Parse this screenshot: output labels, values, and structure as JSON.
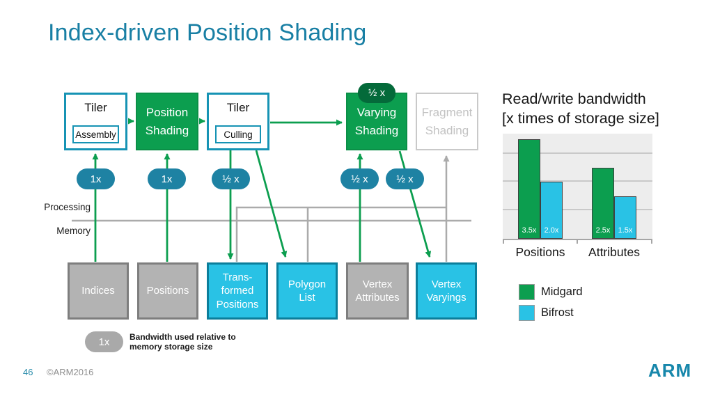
{
  "colors": {
    "green": "#0c9e4f",
    "green_dark": "#046a3a",
    "teal_border": "#1693b4",
    "teal_pill": "#1e82a3",
    "cyan": "#29c2e5",
    "cyan_border": "#0b7e9b",
    "gray_fill": "#b3b3b3",
    "gray_border": "#7e7e7e",
    "inactive_border": "#c9c9c9",
    "line_gray": "#ababab",
    "title_teal": "#187fa4"
  },
  "slide": {
    "title": "Index-driven Position Shading",
    "page_number": "46",
    "copyright": "©ARM2016",
    "logo_text": "ARM"
  },
  "diagram": {
    "processing_label": "Processing",
    "memory_label": "Memory",
    "stages": [
      {
        "title": "Tiler",
        "sub": "Assembly"
      },
      {
        "line1": "Position",
        "line2": "Shading"
      },
      {
        "title": "Tiler",
        "sub": "Culling"
      },
      {
        "badge": "½ x",
        "line1": "Varying",
        "line2": "Shading"
      },
      {
        "line1": "Fragment",
        "line2": "Shading"
      }
    ],
    "memory_boxes": [
      {
        "lines": [
          "Indices"
        ]
      },
      {
        "lines": [
          "Positions"
        ]
      },
      {
        "lines": [
          "Trans-",
          "formed",
          "Positions"
        ]
      },
      {
        "lines": [
          "Polygon",
          "List"
        ]
      },
      {
        "lines": [
          "Vertex",
          "Attributes"
        ]
      },
      {
        "lines": [
          "Vertex",
          "Varyings"
        ]
      }
    ],
    "bandwidth_badges": [
      "1x",
      "1x",
      "½ x",
      "½ x",
      "½ x"
    ],
    "legend": {
      "badge": "1x",
      "text_line1": "Bandwidth used relative to",
      "text_line2": "memory storage size"
    }
  },
  "chart_data": {
    "type": "bar",
    "title": "Read/write bandwidth",
    "subtitle": "[x times of storage size]",
    "categories": [
      "Positions",
      "Attributes"
    ],
    "series": [
      {
        "name": "Midgard",
        "color": "#0c9e4f",
        "values": [
          3.5,
          2.5
        ]
      },
      {
        "name": "Bifrost",
        "color": "#29c2e5",
        "values": [
          2.0,
          1.5
        ]
      }
    ],
    "bar_labels": [
      [
        "3.5x",
        "2.0x"
      ],
      [
        "2.5x",
        "1.5x"
      ]
    ],
    "xlabel": "",
    "ylabel": "",
    "ylim": [
      0,
      3.7
    ],
    "gridlines": [
      1,
      2,
      3
    ],
    "grid": true,
    "legend_position": "below-left"
  }
}
